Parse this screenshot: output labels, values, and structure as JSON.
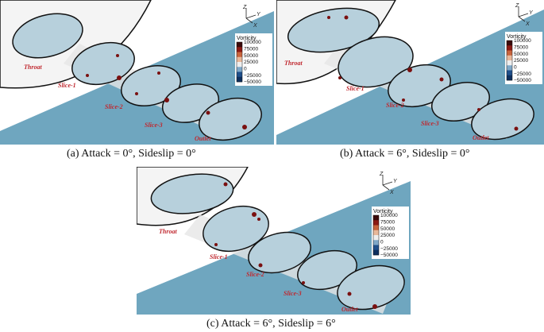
{
  "panels": [
    {
      "caption": "(a) Attack = 0°, Sideslip = 0°",
      "labels": {
        "throat": "Throat",
        "slice1": "Slice-1",
        "slice2": "Slice-2",
        "slice3": "Slice-3",
        "outlet": "Outlet"
      }
    },
    {
      "caption": "(b) Attack = 6°, Sideslip = 0°",
      "labels": {
        "throat": "Throat",
        "slice1": "Slice-1",
        "slice2": "Slice-2",
        "slice3": "Slice-3",
        "outlet": "Outlet"
      }
    },
    {
      "caption": "(c) Attack = 6°, Sideslip = 6°",
      "labels": {
        "throat": "Throat",
        "slice1": "Slice-1",
        "slice2": "Slice-2",
        "slice3": "Slice-3",
        "outlet": "Outlet"
      }
    }
  ],
  "axes": {
    "z": "Z",
    "y": "Y",
    "x": "X"
  },
  "colorbar": {
    "title": "Vorticity",
    "ticks": [
      "100000",
      "75000",
      "50000",
      "25000",
      "0",
      "−25000",
      "−50000"
    ],
    "colors": [
      "#3a0a0a",
      "#8b1a14",
      "#c8643c",
      "#e8b89a",
      "#eeeeee",
      "#7fa8c8",
      "#1f4f8a",
      "#0d2f5e"
    ]
  },
  "palette": {
    "background_field": "#6fa6bf",
    "wall": "#f2f2f2",
    "label_red": "#c0282f"
  }
}
